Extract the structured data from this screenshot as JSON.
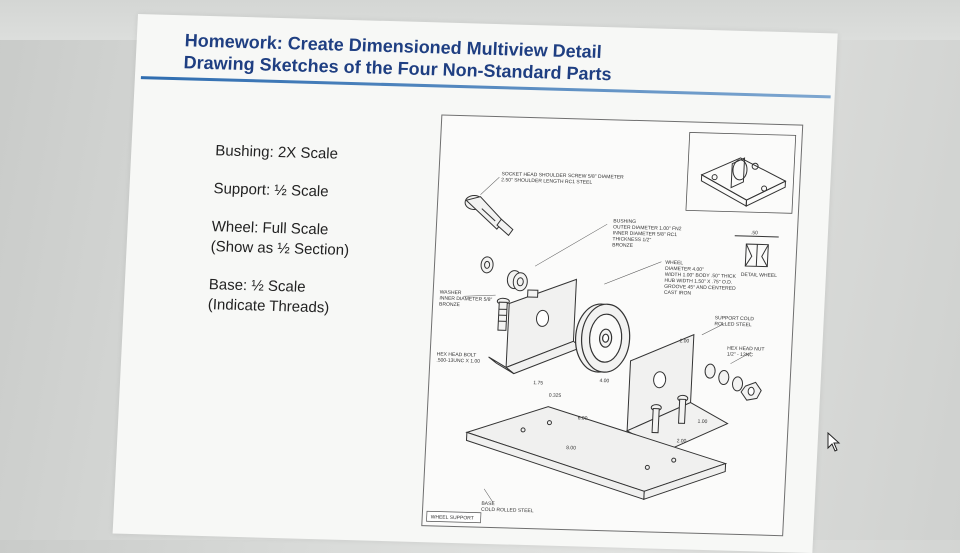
{
  "slide": {
    "title_line1": "Homework: Create Dimensioned  Multiview Detail",
    "title_line2": "Drawing Sketches of  the Four Non-Standard Parts"
  },
  "parts": [
    {
      "line1": "Bushing: 2X Scale",
      "line2": ""
    },
    {
      "line1": "Support: ½ Scale",
      "line2": ""
    },
    {
      "line1": "Wheel: Full Scale",
      "line2": "(Show as ½ Section)"
    },
    {
      "line1": "Base: ½ Scale",
      "line2": "(Indicate Threads)"
    }
  ],
  "drawing": {
    "callout_screw_1": "SOCKET HEAD SHOULDER SCREW 5/8\" DIAMETER",
    "callout_screw_2": "2.50\" SHOULDER LENGTH RC1 STEEL",
    "callout_bushing_1": "BUSHING",
    "callout_bushing_2": "OUTER DIAMETER 1.00\" FN2",
    "callout_bushing_3": "INNER DIAMETER 5/8\" RC1",
    "callout_bushing_4": "THICKNESS 1/2\"",
    "callout_bushing_5": "BRONZE",
    "callout_wheel_1": "WHEEL",
    "callout_wheel_2": "DIAMETER 4.00\"",
    "callout_wheel_3": "WIDTH 1.00\" BODY .50\" THICK",
    "callout_wheel_4": "HUB WIDTH 1.50\" X .75\" O.D.",
    "callout_wheel_5": "GROOVE 45° AND CENTERED",
    "callout_wheel_6": "CAST IRON",
    "callout_washer_1": "WASHER",
    "callout_washer_2": "INNER DIAMETER 5/8\"",
    "callout_washer_3": "BRONZE",
    "callout_bolt_1": "HEX HEAD BOLT",
    "callout_bolt_2": ".500-13UNC X 1.00",
    "callout_support_1": "SUPPORT COLD",
    "callout_support_2": "ROLLED STEEL",
    "callout_nut_1": "HEX HEAD NUT",
    "callout_nut_2": "1/2\" - 13NC",
    "callout_detail": "DETAIL WHEEL",
    "callout_base_1": "BASE",
    "callout_base_2": "COLD ROLLED STEEL",
    "title_block": "WHEEL SUPPORT",
    "dim_a": "2.00",
    "dim_b": "1.00",
    "dim_c": "4.00",
    "dim_d": "1.75",
    "dim_e": "0.325",
    "dim_f": "6.00",
    "dim_g": "2.00",
    "dim_h": "8.00",
    "dim_i": ".50"
  }
}
